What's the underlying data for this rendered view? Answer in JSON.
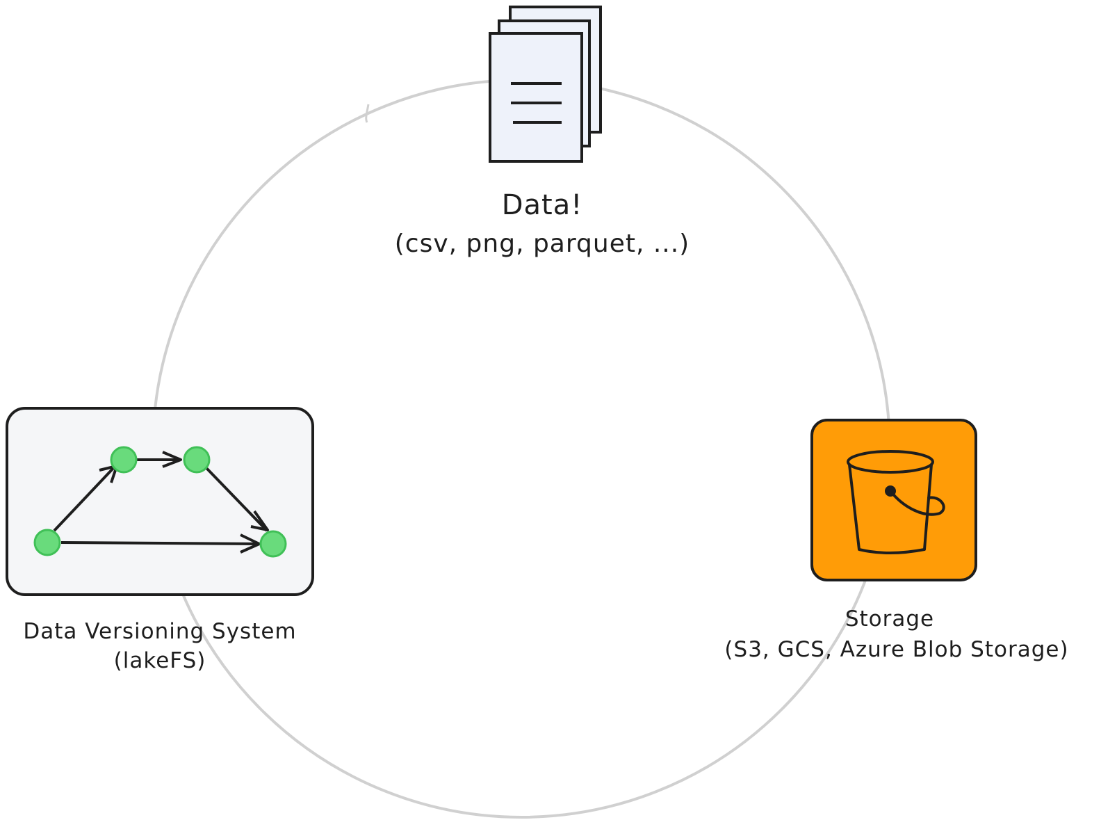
{
  "nodes": {
    "data": {
      "title": "Data!",
      "formats": "(csv, png, parquet, ...)",
      "icon": "document-stack-icon"
    },
    "versioning": {
      "title": "Data Versioning System",
      "subtitle": "(lakeFS)",
      "icon": "commit-graph-icon"
    },
    "storage": {
      "title": "Storage",
      "subtitle": "(S3, GCS, Azure Blob Storage)",
      "icon": "bucket-icon"
    }
  },
  "colors": {
    "cycle_line": "#d0d0d0",
    "stroke": "#1e1e1e",
    "document_fill": "#eef2fa",
    "versioning_panel": "#f5f6f8",
    "commit_node": "#69db7c",
    "commit_node_border": "#40c057",
    "storage_box": "#ff9c07"
  }
}
